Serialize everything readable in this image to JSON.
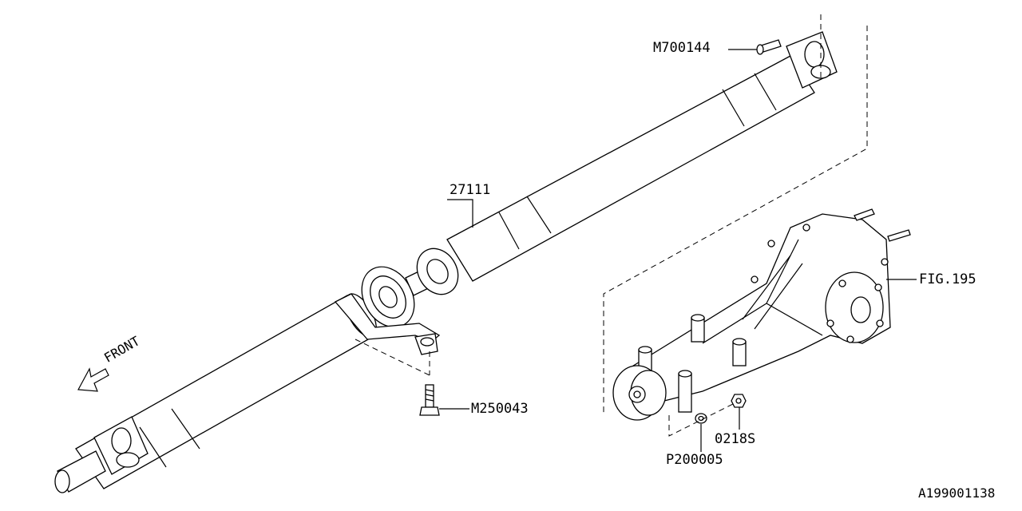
{
  "parts": {
    "bolt_top": "M700144",
    "propeller_shaft": "27111",
    "rear_differential": "FIG.195",
    "bracket_bolt": "M250043",
    "nut": "0218S",
    "washer": "P200005"
  },
  "direction": {
    "label": "FRONT"
  },
  "diagram_code": "A199001138"
}
